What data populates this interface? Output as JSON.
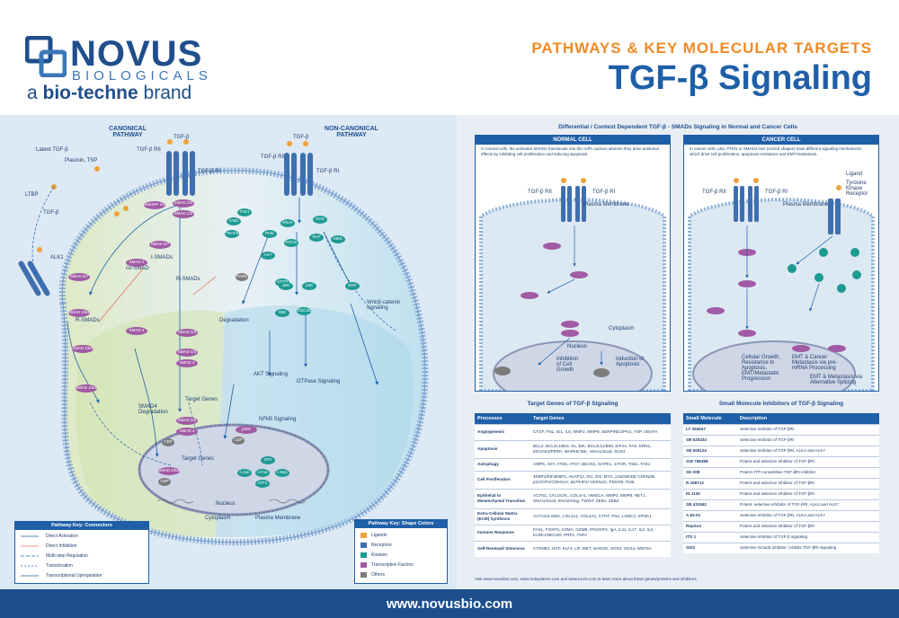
{
  "header": {
    "logo_word": "NOVUS",
    "logo_sub": "BIOLOGICALS",
    "logo_brand_pre": "a ",
    "logo_brand_bold": "bio-techne",
    "logo_brand_post": " brand",
    "kicker": "PATHWAYS & KEY MOLECULAR TARGETS",
    "title": "TGF-β Signaling"
  },
  "colors": {
    "navy": "#1e4f8c",
    "orange": "#f08a24",
    "title_blue": "#1f5fa8",
    "ligand": "#f0a23c",
    "receptor": "#3f6fb0",
    "kinase": "#1d9a92",
    "transcription_factor": "#a05ba4",
    "other": "#7b7b7b"
  },
  "diagram": {
    "canonical": "CANONICAL PATHWAY",
    "noncanonical": "NON-CANONICAL PATHWAY",
    "labels": {
      "latent": "Latent TGF-β",
      "plasmin": "Plasmin, TSP",
      "ltbp": "LTBP",
      "tgfb": "TGF-β",
      "tgfbr": "TGF-β RII",
      "tgfbr1": "TGF-β RI",
      "alk": "ALK1",
      "ismads": "I-SMADs",
      "cosmad": "co-SMAD",
      "rsmads": "R-SMADs",
      "degradation": "SMAD4 Degradation",
      "target_genes": "Target Genes",
      "nucleus": "Nucleus",
      "cytoplasm": "Cytoplasm",
      "plasma_membrane": "Plasma Membrane",
      "akt_signaling": "AKT Signaling",
      "gtpase": "GTPase Signaling",
      "wnt": "Wnt/β-catenin signaling",
      "nfkb": "NFkB Signaling",
      "degradation2": "Degradation"
    },
    "nodes": {
      "smad23": "SMAD 2/3",
      "smad4": "SMAD 4",
      "smad67": "SMAD 6/7",
      "smad158": "SMAD 1/5/8",
      "smurf": "SMURF 1/2",
      "tak1": "TAK1",
      "tab": "TAB1",
      "traf6": "TRAF6",
      "pi3k": "PI3K",
      "akt": "AKT",
      "mtor": "mTOR",
      "rhoa": "RhoA",
      "rock": "ROCK",
      "cdc42": "CDC42",
      "jnk": "JNK",
      "p38": "p38",
      "erk": "ERK",
      "ras": "RAS",
      "raf": "RAF",
      "mek": "MEK",
      "par6": "PAR6",
      "s6k": "S6K",
      "cbp": "CBP",
      "p300": "p300",
      "sp1": "SP1",
      "cjun": "c-Jun",
      "cfos": "c-Fos",
      "atf2": "ATF2",
      "cmyc": "c-Myc"
    }
  },
  "key_connectors": {
    "title": "Pathway Key: Connectors",
    "items": [
      "Direct Activation",
      "Direct Inhibition",
      "Multi-step Regulation",
      "Translocation",
      "Transcriptional Upregulation"
    ]
  },
  "key_shapes": {
    "title": "Pathway Key: Shape Colors",
    "items": [
      "Ligands",
      "Receptors",
      "Kinases",
      "Transcription Factors",
      "Others"
    ]
  },
  "context": {
    "title": "Differential / Context Dependent TGF-β - SMADs Signaling in Normal and Cancer Cells",
    "normal_title": "NORMAL CELL",
    "normal_desc": "In normal cells, the activated SMADs translocate into the cell's nucleus wherein they drive antitumor effects by inhibiting cell proliferation and inducing apoptosis.",
    "cancer_title": "CANCER CELL",
    "cancer_desc": "In cancer cells, p53, PTEN or SMAD4 loss (circled shapes) have different signaling mechanisms which drive cell proliferation, apoptosis resistance and EMT/metastasis.",
    "normal_labels": {
      "rii": "TGF-β RII",
      "ri": "TGF-β RI",
      "pm": "Plasma Membrane",
      "cyto": "Cytoplasm",
      "nuc": "Nucleus",
      "inhibition": "Inhibition of Cell Growth",
      "apoptosis": "Induction of Apoptosis"
    },
    "cancer_labels": {
      "rii": "TGF-β RII",
      "ri": "TGF-β RI",
      "pm": "Plasma Membrane",
      "ligand": "Ligand",
      "rtk": "Tyrosine Kinase Receptor",
      "growth": "Cellular Growth, Resistance to Apoptosis, EMT/Metastatic Progression",
      "emt": "EMT & Cancer Metastasis via pre-mRNA Processing",
      "alt": "EMT & Metastasis via Alternative Splicing"
    }
  },
  "target_genes": {
    "title": "Target Genes of TGF-β Signaling",
    "headers": [
      "Processes",
      "Target Genes"
    ],
    "rows": [
      [
        "Angiogenesis",
        "CTGF, FN1, ID1, IL6, MMP2, MMP9, SERPINE1/PAI1, TSP, VEGFA"
      ],
      [
        "Apoptosis",
        "BCL2, BCL2L1/BCL-XL, BIK, BCL2L11/BIM, EIF2A, FAS, ERN1, EIF2AK3/PERK, MAPK8/JNK, SNAI1/Snail, SOX4"
      ],
      [
        "Autophagy",
        "AMPK, AKT, ATG5, ATG7, BECN1, DAPK1, mTOR, TAB1, TAK1"
      ],
      [
        "Cell Proliferation",
        "4EBP1/EIF4EBP1, AKAP12, ID1, ID2, MYC, p15/INK4B/ CDKN2B, p21/CIP1/CDKN1A, p57/KIP2/ CDKN1C, PDGFB, PI3K"
      ],
      [
        "Epithelial to Mesenchymal Transition",
        "ACTN1, CFL1/CFL, COL4A1, HMGCA, MMP2, MMP9, NET1, SNAI1/Snail, SNAI2/Slug, TWIST, ZEB1, ZEB2"
      ],
      [
        "Extra-Cellular Matrix (ECM) Synthesis",
        "ACTA2/α-SMA, COL1A1, COL4A1, CTGF, FN1, LAMC2, SPOK1"
      ],
      [
        "Immune Response",
        "FASL, FOXP3, GZMA, GZMB, IFNG/IFG, IgA, IL11, IL17, IL2, IL6, KLRK1/NKG2D, PRF1, TNFA"
      ],
      [
        "Self-Renewal/ Stemness",
        "CTNNB1, HGF, KLF4, LIF, MET, NANOG, SOX2, SOX4, WNT5A"
      ]
    ]
  },
  "inhibitors": {
    "title": "Small Molecule Inhibitors of TGF-β Signaling",
    "headers": [
      "Small Molecule",
      "Description"
    ],
    "rows": [
      [
        "LY 364947",
        "Selective inhibitor of TGF-βRI"
      ],
      [
        "SB 525334",
        "Selective inhibitor of TGF-βRI"
      ],
      [
        "SB 505124",
        "Selective inhibitor of TGF-βRI, ALK4 and ALK7"
      ],
      [
        "GW 788388",
        "Potent and selective inhibitor of TGF-βRI"
      ],
      [
        "SD 208",
        "Potent ATP-competitive TGF-βRI inhibitor"
      ],
      [
        "R 268712",
        "Potent and selective inhibitor of TGF-βRI"
      ],
      [
        "IN 1130",
        "Potent and selective inhibitor of TGF-βRI"
      ],
      [
        "SB 431542",
        "Potent, selective inhibitor of TGF-βRI, ALK4 and ALK7"
      ],
      [
        "A 83-01",
        "Selective inhibitor of TGF-βRI, ALK4 and ALK7"
      ],
      [
        "RepSox",
        "Potent and selective inhibitor of TGF-βRI"
      ],
      [
        "ITD 1",
        "Selective inhibitor of TGF-β signaling"
      ],
      [
        "SIS3",
        "Selective Smad3 inhibitor; inhibits TGF-βRI signaling"
      ]
    ]
  },
  "visit_text": "Visit www.novusbio.com, www.rndsystems.com and www.tocris.com to learn more about these genes/proteins and inhibitors.",
  "footer_url": "www.novusbio.com"
}
